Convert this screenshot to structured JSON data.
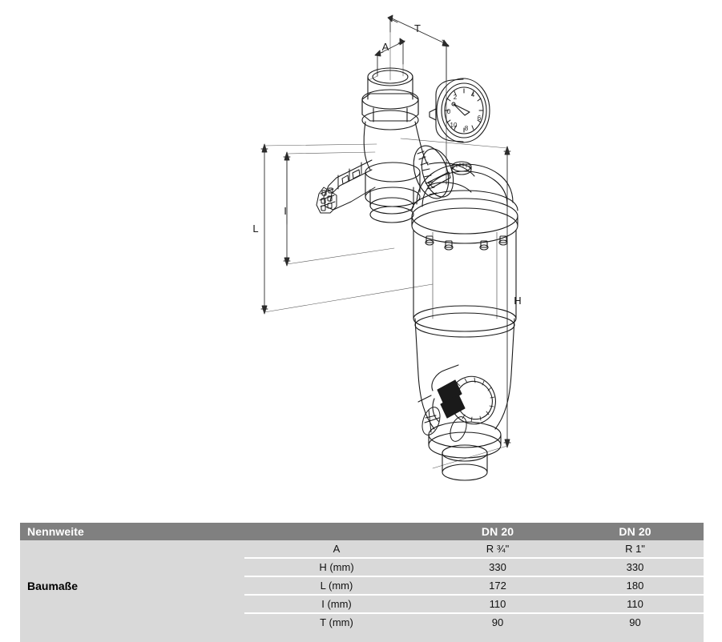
{
  "drawing": {
    "title": "backwash-filter-technical-drawing",
    "dimension_labels": [
      {
        "id": "A",
        "text": "A"
      },
      {
        "id": "T",
        "text": "T"
      },
      {
        "id": "L",
        "text": "L"
      },
      {
        "id": "I",
        "text": "I"
      },
      {
        "id": "H",
        "text": "H"
      }
    ],
    "gauge": {
      "name": "pressure-gauge",
      "ticks": [
        "0",
        "2",
        "4",
        "6",
        "8",
        "10"
      ]
    }
  },
  "table": {
    "header": {
      "label": "Nennweite",
      "blank": "",
      "col1": "DN 20",
      "col2": "DN 20"
    },
    "group_label": "Baumaße",
    "rows": [
      {
        "dimension": "A",
        "col1": "R ¾\"",
        "col2": "R 1\""
      },
      {
        "dimension": "H (mm)",
        "col1": "330",
        "col2": "330"
      },
      {
        "dimension": "L (mm)",
        "col1": "172",
        "col2": "180"
      },
      {
        "dimension": "I (mm)",
        "col1": "110",
        "col2": "110"
      },
      {
        "dimension": "T (mm)",
        "col1": "90",
        "col2": "90"
      }
    ]
  },
  "colors": {
    "header_bg": "#808080",
    "header_text": "#ffffff",
    "row_bg": "#d9d9d9",
    "row_text": "#111111",
    "line": "#1a1a1a"
  }
}
